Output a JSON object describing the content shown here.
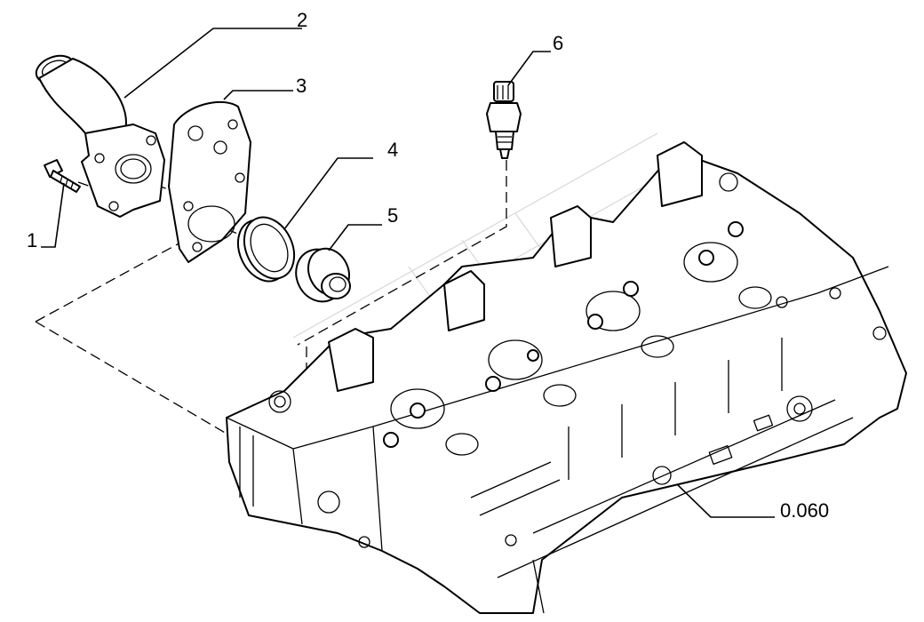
{
  "callouts": [
    {
      "id": "1",
      "label": "1"
    },
    {
      "id": "2",
      "label": "2"
    },
    {
      "id": "3",
      "label": "3"
    },
    {
      "id": "4",
      "label": "4"
    },
    {
      "id": "5",
      "label": "5"
    },
    {
      "id": "6",
      "label": "6"
    },
    {
      "id": "ref",
      "label": "0.060"
    }
  ]
}
